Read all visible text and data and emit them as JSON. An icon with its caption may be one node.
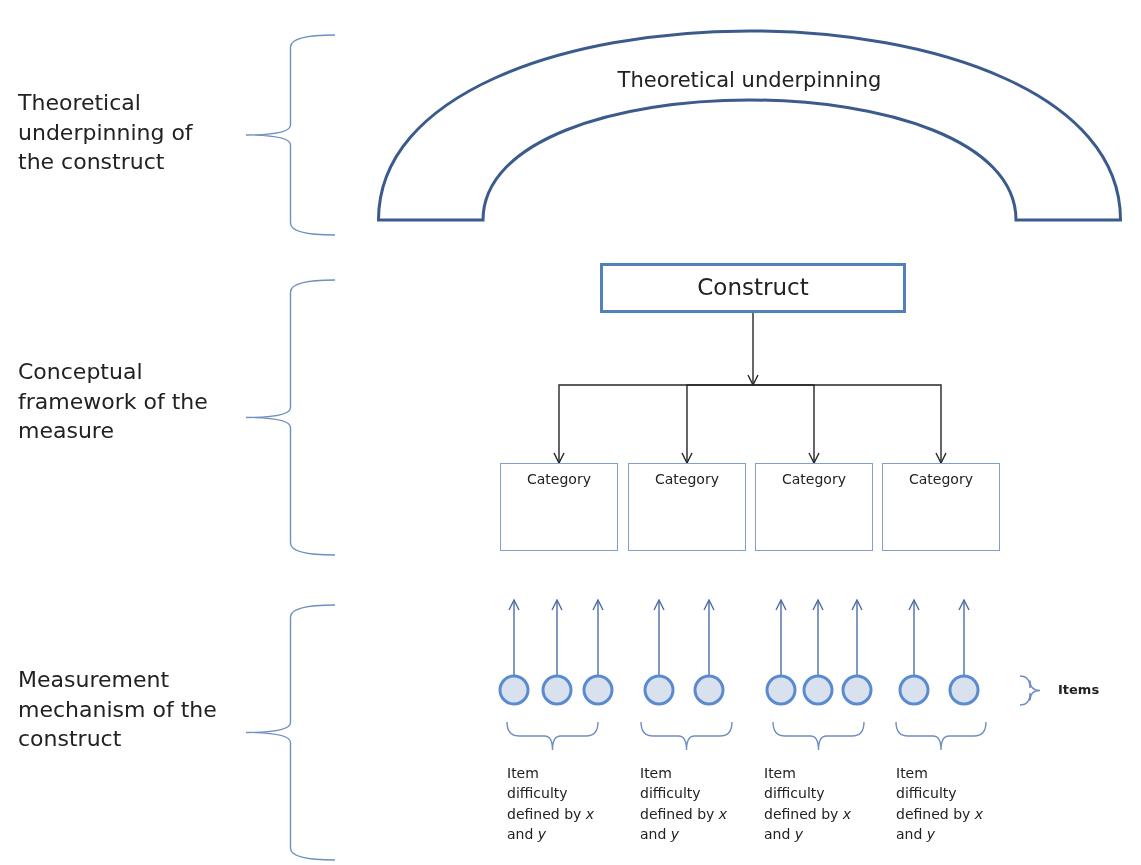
{
  "diagram": {
    "nodes": [
      {
        "text": [
          "Theoretical underpinning"
        ]
      },
      {
        "text": [
          "Construct"
        ]
      },
      {
        "text": [
          "Category"
        ]
      },
      {
        "text": [
          "Category"
        ]
      },
      {
        "text": [
          "Category"
        ]
      },
      {
        "text": [
          "Category"
        ]
      },
      {
        "text": [],
        "shape": "circle"
      },
      {
        "text": [],
        "shape": "circle"
      },
      {
        "text": [],
        "shape": "circle"
      },
      {
        "text": [],
        "shape": "circle"
      },
      {
        "text": [],
        "shape": "circle"
      },
      {
        "text": [],
        "shape": "circle"
      },
      {
        "text": [],
        "shape": "circle"
      },
      {
        "text": [],
        "shape": "circle"
      },
      {
        "text": [],
        "shape": "circle"
      },
      {
        "text": [],
        "shape": "circle"
      }
    ],
    "edges": [
      {
        "from": 1,
        "to": 2,
        "arrow": "to",
        "color": "#262626"
      },
      {
        "from": 1,
        "to": 3,
        "arrow": "to",
        "color": "#262626"
      },
      {
        "from": 1,
        "to": 4,
        "arrow": "to",
        "color": "#262626"
      },
      {
        "from": 1,
        "to": 5,
        "arrow": "to",
        "color": "#262626"
      },
      {
        "from": 6,
        "to": null,
        "arrow": "to"
      },
      {
        "from": 7,
        "to": null,
        "arrow": "to"
      },
      {
        "from": 8,
        "to": null,
        "arrow": "to"
      },
      {
        "from": 9,
        "to": null,
        "arrow": "to"
      },
      {
        "from": 10,
        "to": null,
        "arrow": "to"
      },
      {
        "from": 11,
        "to": null,
        "arrow": "to"
      },
      {
        "from": 12,
        "to": null,
        "arrow": "to"
      },
      {
        "from": 13,
        "to": null,
        "arrow": "to"
      },
      {
        "from": 14,
        "to": null,
        "arrow": "to"
      },
      {
        "from": 15,
        "to": null,
        "arrow": "to"
      }
    ],
    "labels": [
      "Theoretical underpinning of the construct",
      "Conceptual framework of the measure",
      "Measurement mechanism of the construct",
      "Items",
      "Item difficulty defined by *x* and *y*",
      "Item difficulty defined by *x* and *y*",
      "Item difficulty defined by *x* and *y*",
      "Item difficulty defined by *x* and *y*"
    ]
  }
}
